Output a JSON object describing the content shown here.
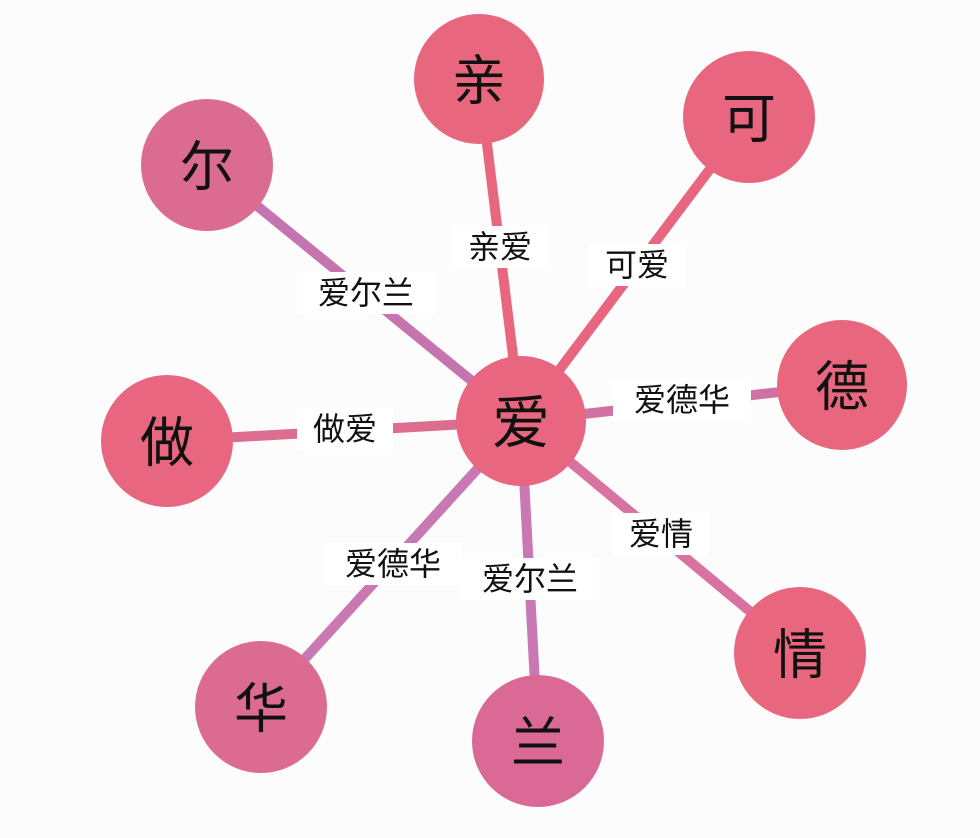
{
  "graph": {
    "center": {
      "char": "爱",
      "color": "#e8667f"
    },
    "nodes": [
      {
        "id": "qin",
        "char": "亲",
        "color": "#e8677e",
        "edge_color": "#e8677e",
        "edge_label": "亲爱"
      },
      {
        "id": "ke",
        "char": "可",
        "color": "#e8667f",
        "edge_color": "#e8667f",
        "edge_label": "可爱"
      },
      {
        "id": "de",
        "char": "德",
        "color": "#e8677e",
        "edge_color": "#d071a4",
        "edge_label": "爱德华"
      },
      {
        "id": "qing",
        "char": "情",
        "color": "#e8677e",
        "edge_color": "#d872a1",
        "edge_label": "爱情"
      },
      {
        "id": "lan",
        "char": "兰",
        "color": "#da6a95",
        "edge_color": "#c978b4",
        "edge_label": "爱尔兰"
      },
      {
        "id": "hua",
        "char": "华",
        "color": "#dc6b92",
        "edge_color": "#c878b2",
        "edge_label": "爱德华"
      },
      {
        "id": "zuo",
        "char": "做",
        "color": "#e8667f",
        "edge_color": "#dc6d8f",
        "edge_label": "做爱"
      },
      {
        "id": "er",
        "char": "尔",
        "color": "#dc6b92",
        "edge_color": "#c574b0",
        "edge_label": "爱尔兰"
      }
    ]
  }
}
